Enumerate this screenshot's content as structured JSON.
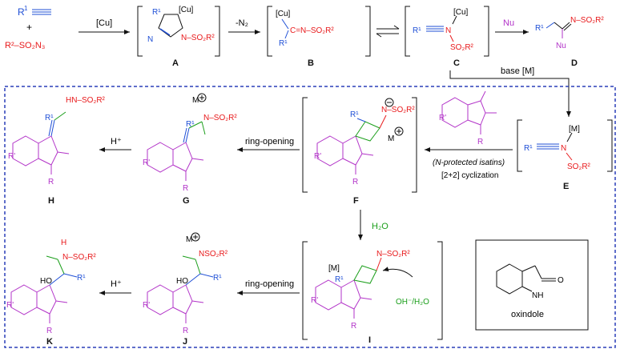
{
  "colors": {
    "blue": "#1f4fd6",
    "red": "#e8191b",
    "green": "#1a9e1a",
    "purple": "#b233c8",
    "black": "#111111",
    "dash_border": "#2a3fb8"
  },
  "top_row": {
    "alkyne_r": "R",
    "alkyne_sup": "1",
    "plus": "+",
    "azide": "R²–SO₂N₃",
    "step1_reagent": "[Cu]",
    "A": {
      "cu": "[Cu]",
      "r": "R¹",
      "n_label": "N",
      "so2": "N–SO₂R²",
      "label": "A"
    },
    "step2_reagent": "-N₂",
    "B": {
      "cu": "[Cu]",
      "ketenimine": "C=N–SO₂R²",
      "r": "R¹",
      "label": "B"
    },
    "C": {
      "cu": "[Cu]",
      "r": "R¹",
      "n": "N",
      "so2": "SO₂R²",
      "label": "C"
    },
    "nu_reagent": "Nu",
    "D": {
      "r": "R¹",
      "n": "N–SO₂R²",
      "nu": "Nu",
      "label": "D"
    }
  },
  "base_label": "base [M]",
  "E": {
    "m": "[M]",
    "r": "R¹",
    "n": "N",
    "so2": "SO₂R²",
    "label": "E"
  },
  "isatin": {
    "r_sub": "R'",
    "n_r": "R"
  },
  "conditions": {
    "line1": "(N-protected isatins)",
    "line2": "[2+2] cyclization"
  },
  "F": {
    "n_minus": "N–SO₂R²",
    "r1": "R¹",
    "metal": "M",
    "n": "N",
    "r": "R",
    "r_sub": "R'",
    "label": "F"
  },
  "G": {
    "metal": "M",
    "n": "N–SO₂R²",
    "r1": "R¹",
    "r_sub": "R'",
    "n_r": "R",
    "label": "G"
  },
  "H": {
    "nh": "HN–SO₂R²",
    "r1": "R¹",
    "r_sub": "R'",
    "n_r": "R",
    "label": "H"
  },
  "ring_opening_1": "ring-opening",
  "ring_opening_2": "ring-opening",
  "h_plus_1": "H⁺",
  "h_plus_2": "H⁺",
  "water": "H₂O",
  "I": {
    "m": "[M]",
    "n": "N–SO₂R²",
    "r1": "R¹",
    "oh": "OH⁻/H₂O",
    "r_sub": "R'",
    "n_r": "R",
    "label": "I"
  },
  "J": {
    "metal": "M",
    "n": "NSO₂R²",
    "ho": "HO",
    "r1": "R¹",
    "r_sub": "R'",
    "n_r": "R",
    "label": "J"
  },
  "K": {
    "nh": "N–SO₂R²",
    "h": "H",
    "ho": "HO",
    "r1": "R¹",
    "r_sub": "R'",
    "n_r": "R",
    "label": "K"
  },
  "oxindole": {
    "nh": "NH",
    "o": "O",
    "label": "oxindole"
  }
}
